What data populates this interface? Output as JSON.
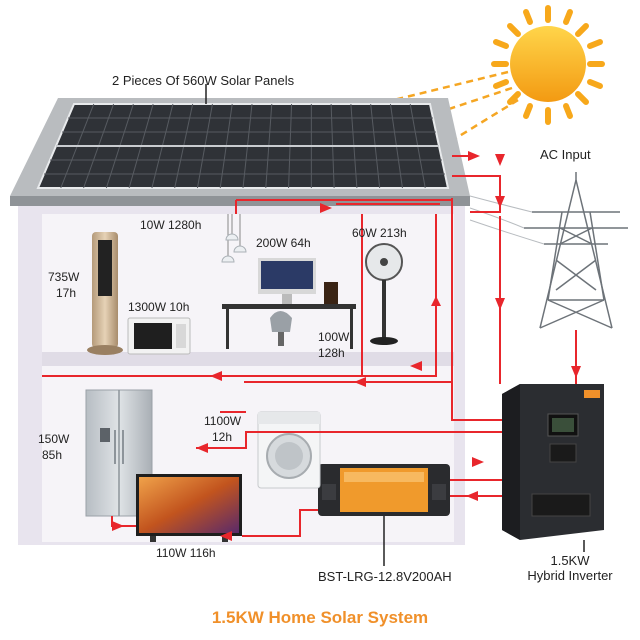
{
  "title": "1.5KW Home Solar System",
  "solar_panels": {
    "label": "2 Pieces Of 560W Solar Panels"
  },
  "ac_input": {
    "label": "AC Input"
  },
  "inverter": {
    "line1": "1.5KW",
    "line2": "Hybrid Inverter"
  },
  "battery": {
    "label": "BST-LRG-12.8V200AH"
  },
  "loads": {
    "lights": "10W 1280h",
    "computer": "200W 64h",
    "fan": "60W 213h",
    "tower_fan_w": "735W",
    "tower_fan_h": "17h",
    "microwave": "1300W 10h",
    "speaker_w": "100W",
    "speaker_h": "128h",
    "washer_w": "1100W",
    "washer_h": "12h",
    "fridge_w": "150W",
    "fridge_h": "85h",
    "tv": "110W 116h"
  },
  "colors": {
    "arrow": "#e8262c",
    "title": "#f0902a",
    "house_wall": "#e9e6ee",
    "roof": "#b9bcbf",
    "panel": "#3a3d42",
    "sun": "#f7a81b"
  }
}
